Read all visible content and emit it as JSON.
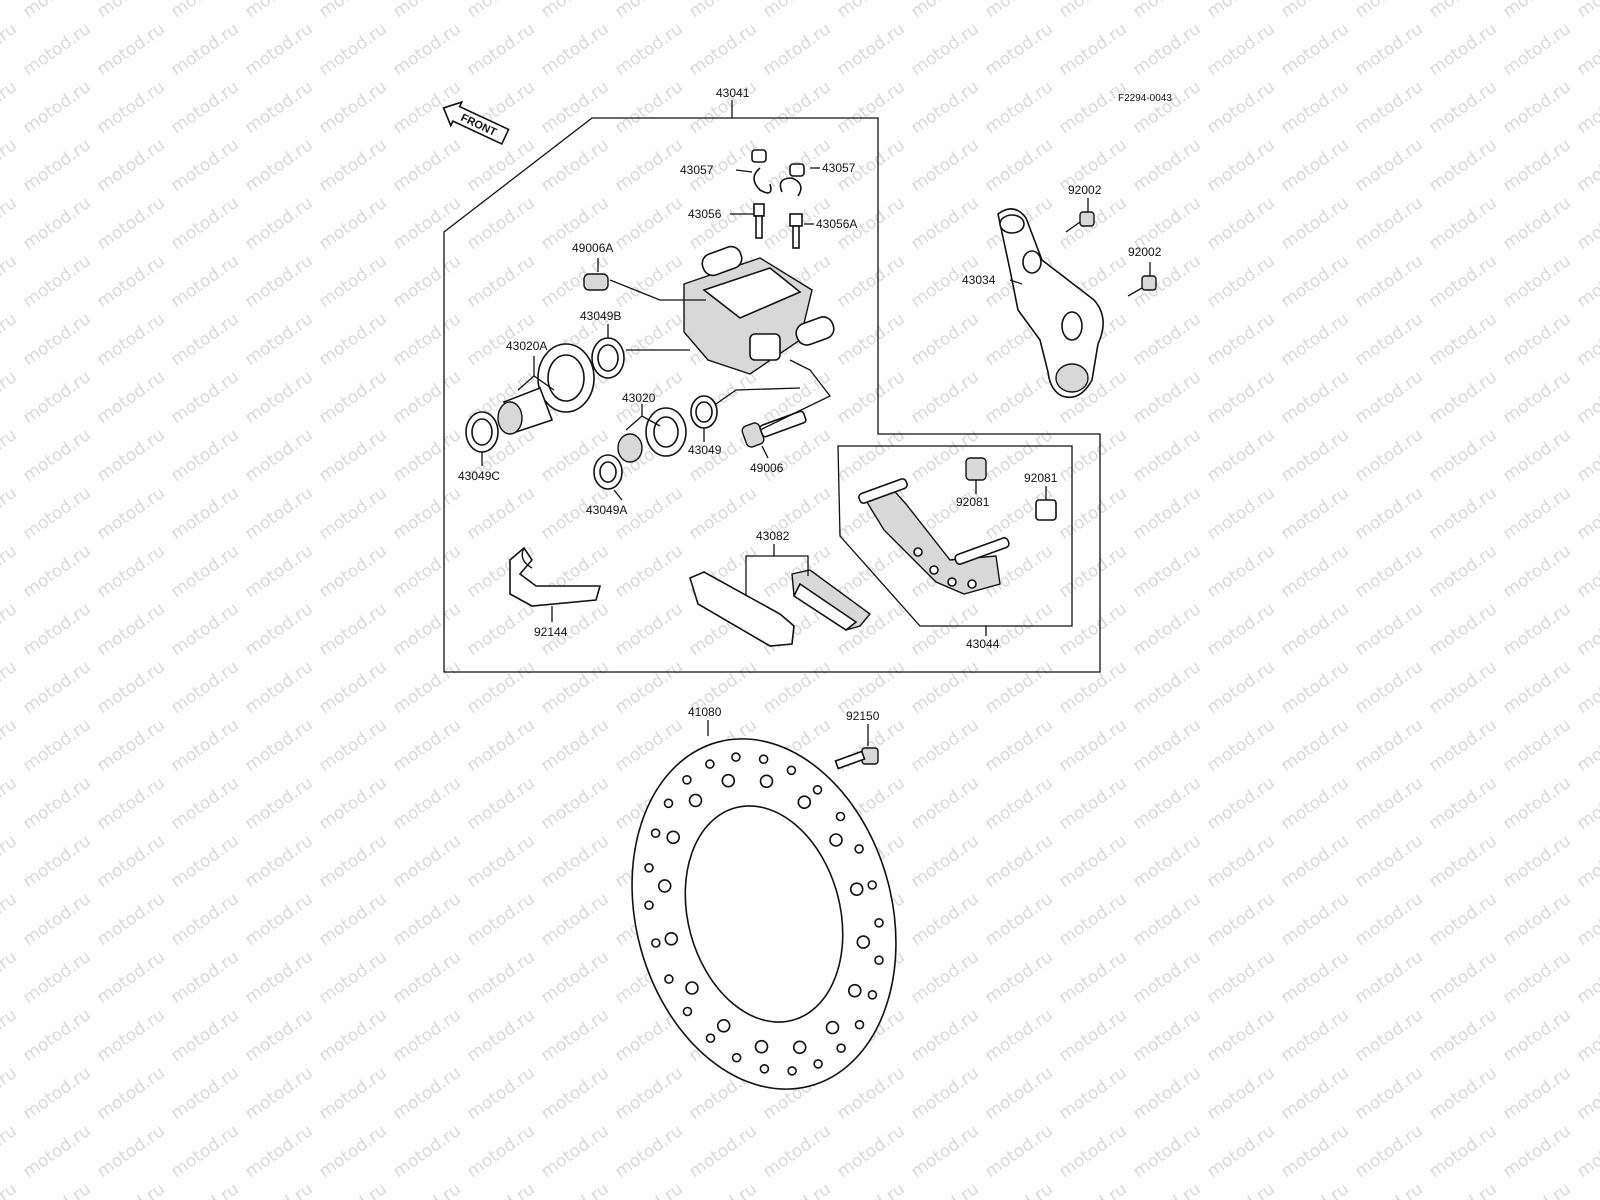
{
  "drawing_code": "F2294-0043",
  "front_marker": "FRONT",
  "watermark": "motod.ru",
  "parts": {
    "p43041": "43041",
    "p43057a": "43057",
    "p43057b": "43057",
    "p43056": "43056",
    "p43056A": "43056A",
    "p49006A": "49006A",
    "p43049B": "43049B",
    "p43020A": "43020A",
    "p43020": "43020",
    "p43049": "43049",
    "p49006": "49006",
    "p43049C": "43049C",
    "p43049A": "43049A",
    "p92002a": "92002",
    "p92002b": "92002",
    "p43034": "43034",
    "p92081a": "92081",
    "p92081b": "92081",
    "p43082": "43082",
    "p43044": "43044",
    "p92144": "92144",
    "p41080": "41080",
    "p92150": "92150"
  }
}
